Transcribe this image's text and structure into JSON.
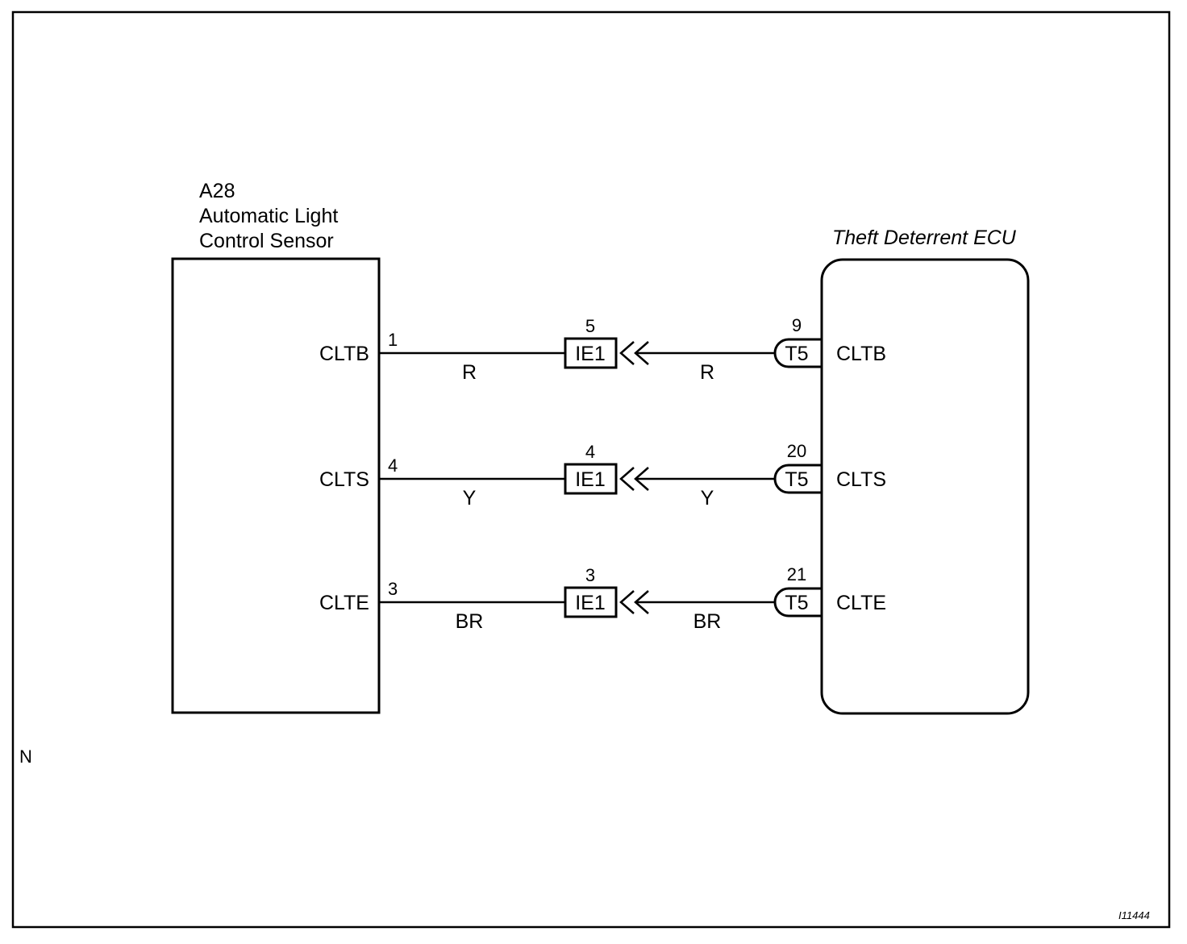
{
  "sensor": {
    "code": "A28",
    "name_line1": "Automatic Light",
    "name_line2": "Control Sensor"
  },
  "ecu": {
    "name": "Theft Deterrent ECU"
  },
  "circuits": [
    {
      "signal": "CLTB",
      "sensor_pin": "1",
      "wire_color": "R",
      "junction_label": "IE1",
      "junction_pin": "5",
      "ecu_connector": "T5",
      "ecu_pin": "9"
    },
    {
      "signal": "CLTS",
      "sensor_pin": "4",
      "wire_color": "Y",
      "junction_label": "IE1",
      "junction_pin": "4",
      "ecu_connector": "T5",
      "ecu_pin": "20"
    },
    {
      "signal": "CLTE",
      "sensor_pin": "3",
      "wire_color": "BR",
      "junction_label": "IE1",
      "junction_pin": "3",
      "ecu_connector": "T5",
      "ecu_pin": "21"
    }
  ],
  "margin_mark": "N",
  "figure_id": "I11444"
}
